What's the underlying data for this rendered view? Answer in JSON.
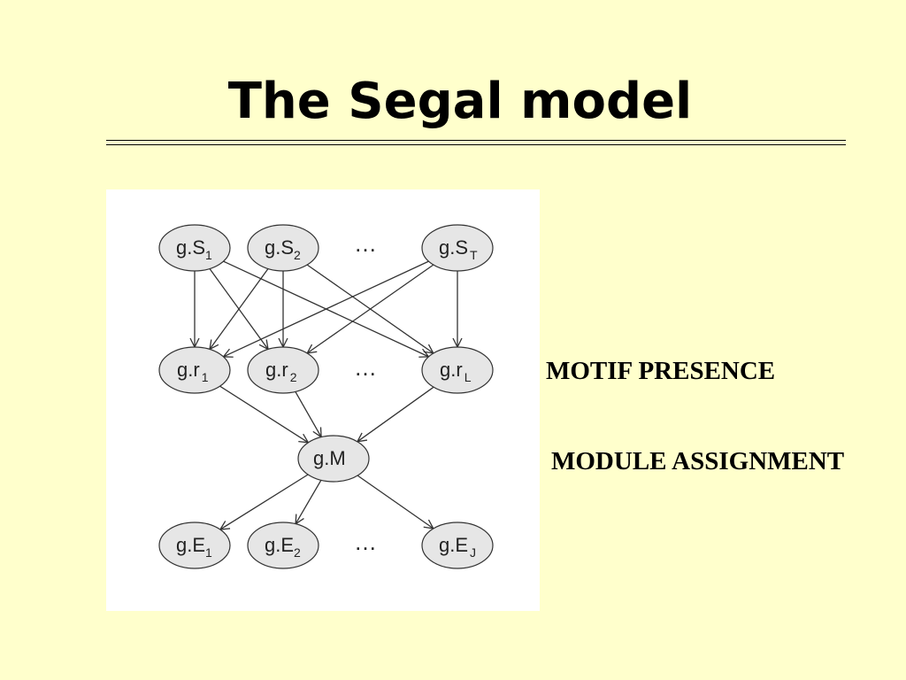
{
  "slide": {
    "title": "The Segal model"
  },
  "labels": {
    "motif_presence": "MOTIF PRESENCE",
    "module_assignment": "MODULE ASSIGNMENT"
  },
  "diagram": {
    "ellipsis": "…",
    "nodes": {
      "s1": {
        "base": "g.S",
        "sub": "1"
      },
      "s2": {
        "base": "g.S",
        "sub": "2"
      },
      "st": {
        "base": "g.S",
        "sub": "T"
      },
      "r1": {
        "base": "g.r",
        "sub": "1"
      },
      "r2": {
        "base": "g.r",
        "sub": "2"
      },
      "rl": {
        "base": "g.r",
        "sub": "L"
      },
      "m": {
        "base": "g.M",
        "sub": ""
      },
      "e1": {
        "base": "g.E",
        "sub": "1"
      },
      "e2": {
        "base": "g.E",
        "sub": "2"
      },
      "ej": {
        "base": "g.E",
        "sub": "J"
      }
    },
    "edges": [
      [
        "s1",
        "r1"
      ],
      [
        "s1",
        "r2"
      ],
      [
        "s1",
        "rl"
      ],
      [
        "s2",
        "r1"
      ],
      [
        "s2",
        "r2"
      ],
      [
        "s2",
        "rl"
      ],
      [
        "st",
        "r1"
      ],
      [
        "st",
        "r2"
      ],
      [
        "st",
        "rl"
      ],
      [
        "r1",
        "m"
      ],
      [
        "r2",
        "m"
      ],
      [
        "rl",
        "m"
      ],
      [
        "m",
        "e1"
      ],
      [
        "m",
        "e2"
      ],
      [
        "m",
        "ej"
      ]
    ]
  },
  "colors": {
    "background": "#ffffcc",
    "node_fill": "#e6e6e6",
    "panel": "#ffffff"
  }
}
